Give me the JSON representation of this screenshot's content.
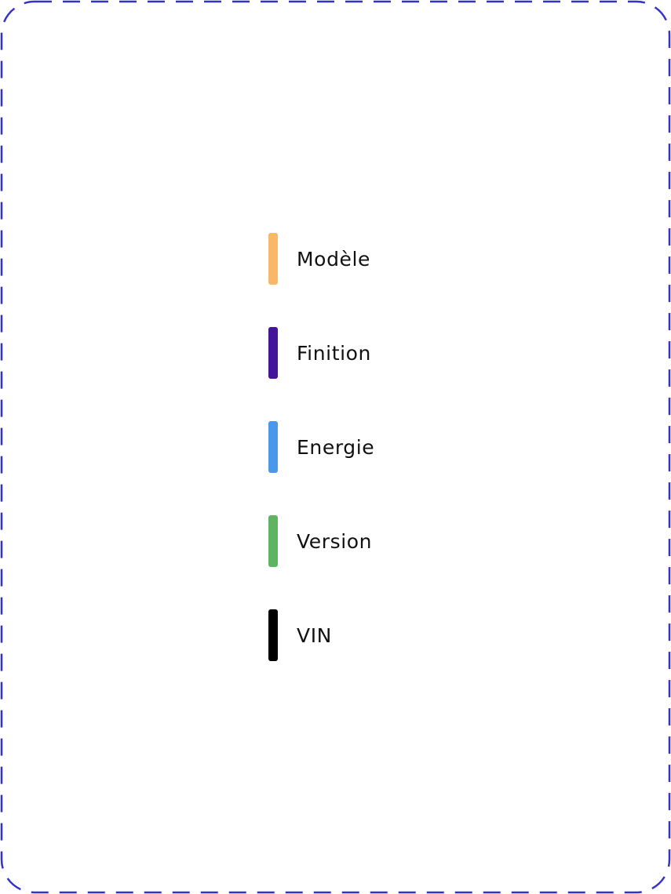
{
  "frame": {
    "border_color": "#3333cc"
  },
  "legend": {
    "items": [
      {
        "label": "Modèle",
        "color": "#f9b867"
      },
      {
        "label": "Finition",
        "color": "#44159b"
      },
      {
        "label": "Energie",
        "color": "#4a97ec"
      },
      {
        "label": "Version",
        "color": "#5fb461"
      },
      {
        "label": "VIN",
        "color": "#000000"
      }
    ]
  }
}
